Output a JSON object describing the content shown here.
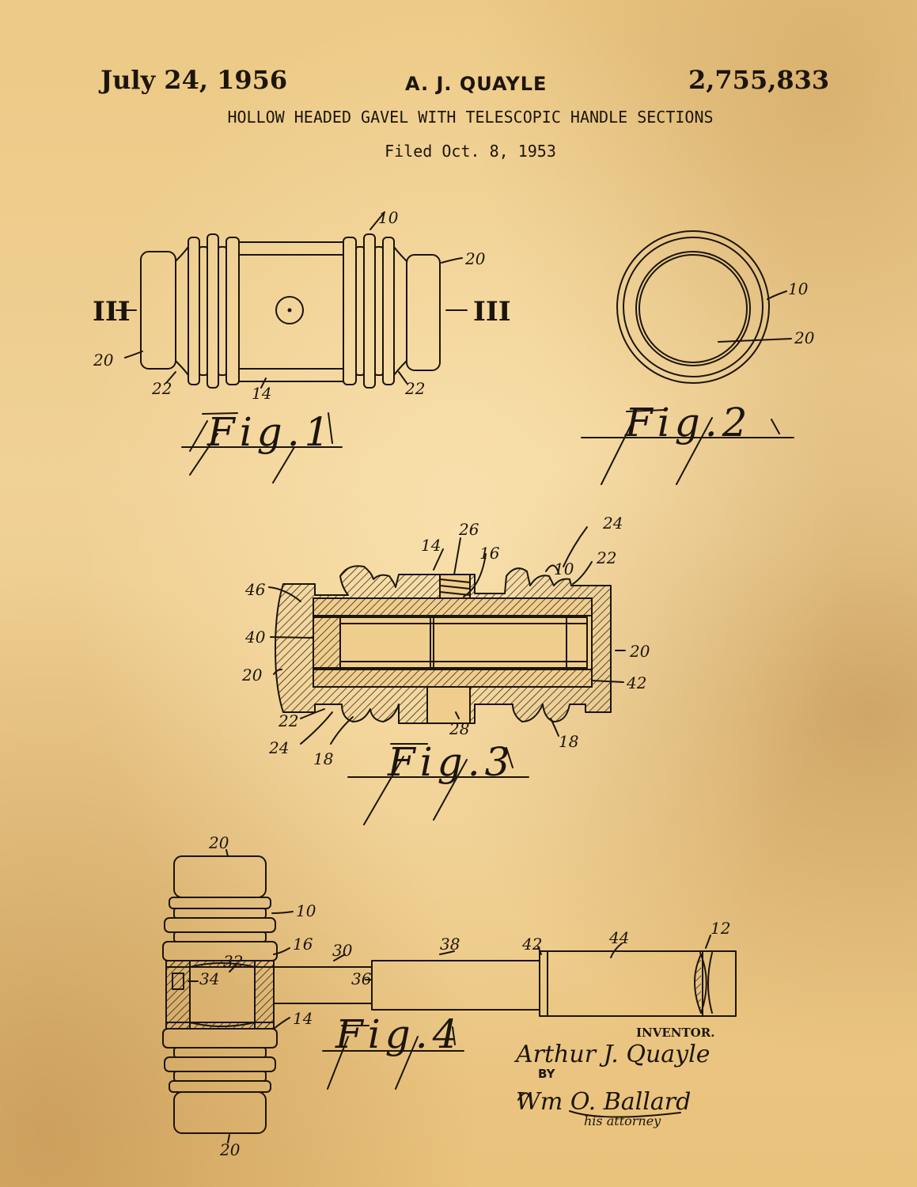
{
  "header": {
    "date": "July 24, 1956",
    "inventor": "A. J. QUAYLE",
    "patent_number": "2,755,833",
    "title": "HOLLOW HEADED GAVEL WITH TELESCOPIC HANDLE SECTIONS",
    "filed": "Filed Oct. 8, 1953"
  },
  "figures": {
    "fig1": {
      "label": "Fig.1",
      "section_left": "III",
      "section_right": "III",
      "refs": {
        "r10": "10",
        "r20a": "20",
        "r20b": "20",
        "r22a": "22",
        "r14": "14",
        "r22b": "22"
      }
    },
    "fig2": {
      "label": "Fig.2",
      "refs": {
        "r10": "10",
        "r20": "20"
      }
    },
    "fig3": {
      "label": "Fig.3",
      "refs": {
        "r26": "26",
        "r24a": "24",
        "r14": "14",
        "r16": "16",
        "r10": "10",
        "r22a": "22",
        "r46": "46",
        "r40": "40",
        "r20a": "20",
        "r20b": "20",
        "r42": "42",
        "r22b": "22",
        "r24b": "24",
        "r18a": "18",
        "r28": "28",
        "r18b": "18"
      }
    },
    "fig4": {
      "label": "Fig.4",
      "refs": {
        "r20a": "20",
        "r10": "10",
        "r16": "16",
        "r30": "30",
        "r38": "38",
        "r42": "42",
        "r44": "44",
        "r12": "12",
        "r32": "32",
        "r34": "34",
        "r36": "36",
        "r14": "14",
        "r20b": "20"
      }
    }
  },
  "signature": {
    "inventor_caption": "INVENTOR.",
    "inventor_signature": "Arthur J. Quayle",
    "by": "BY",
    "attorney_signature": "Wm O. Ballard",
    "attorney_caption": "his attorney"
  },
  "colors": {
    "paper": "#e8c37e",
    "ink": "#1c150c"
  }
}
